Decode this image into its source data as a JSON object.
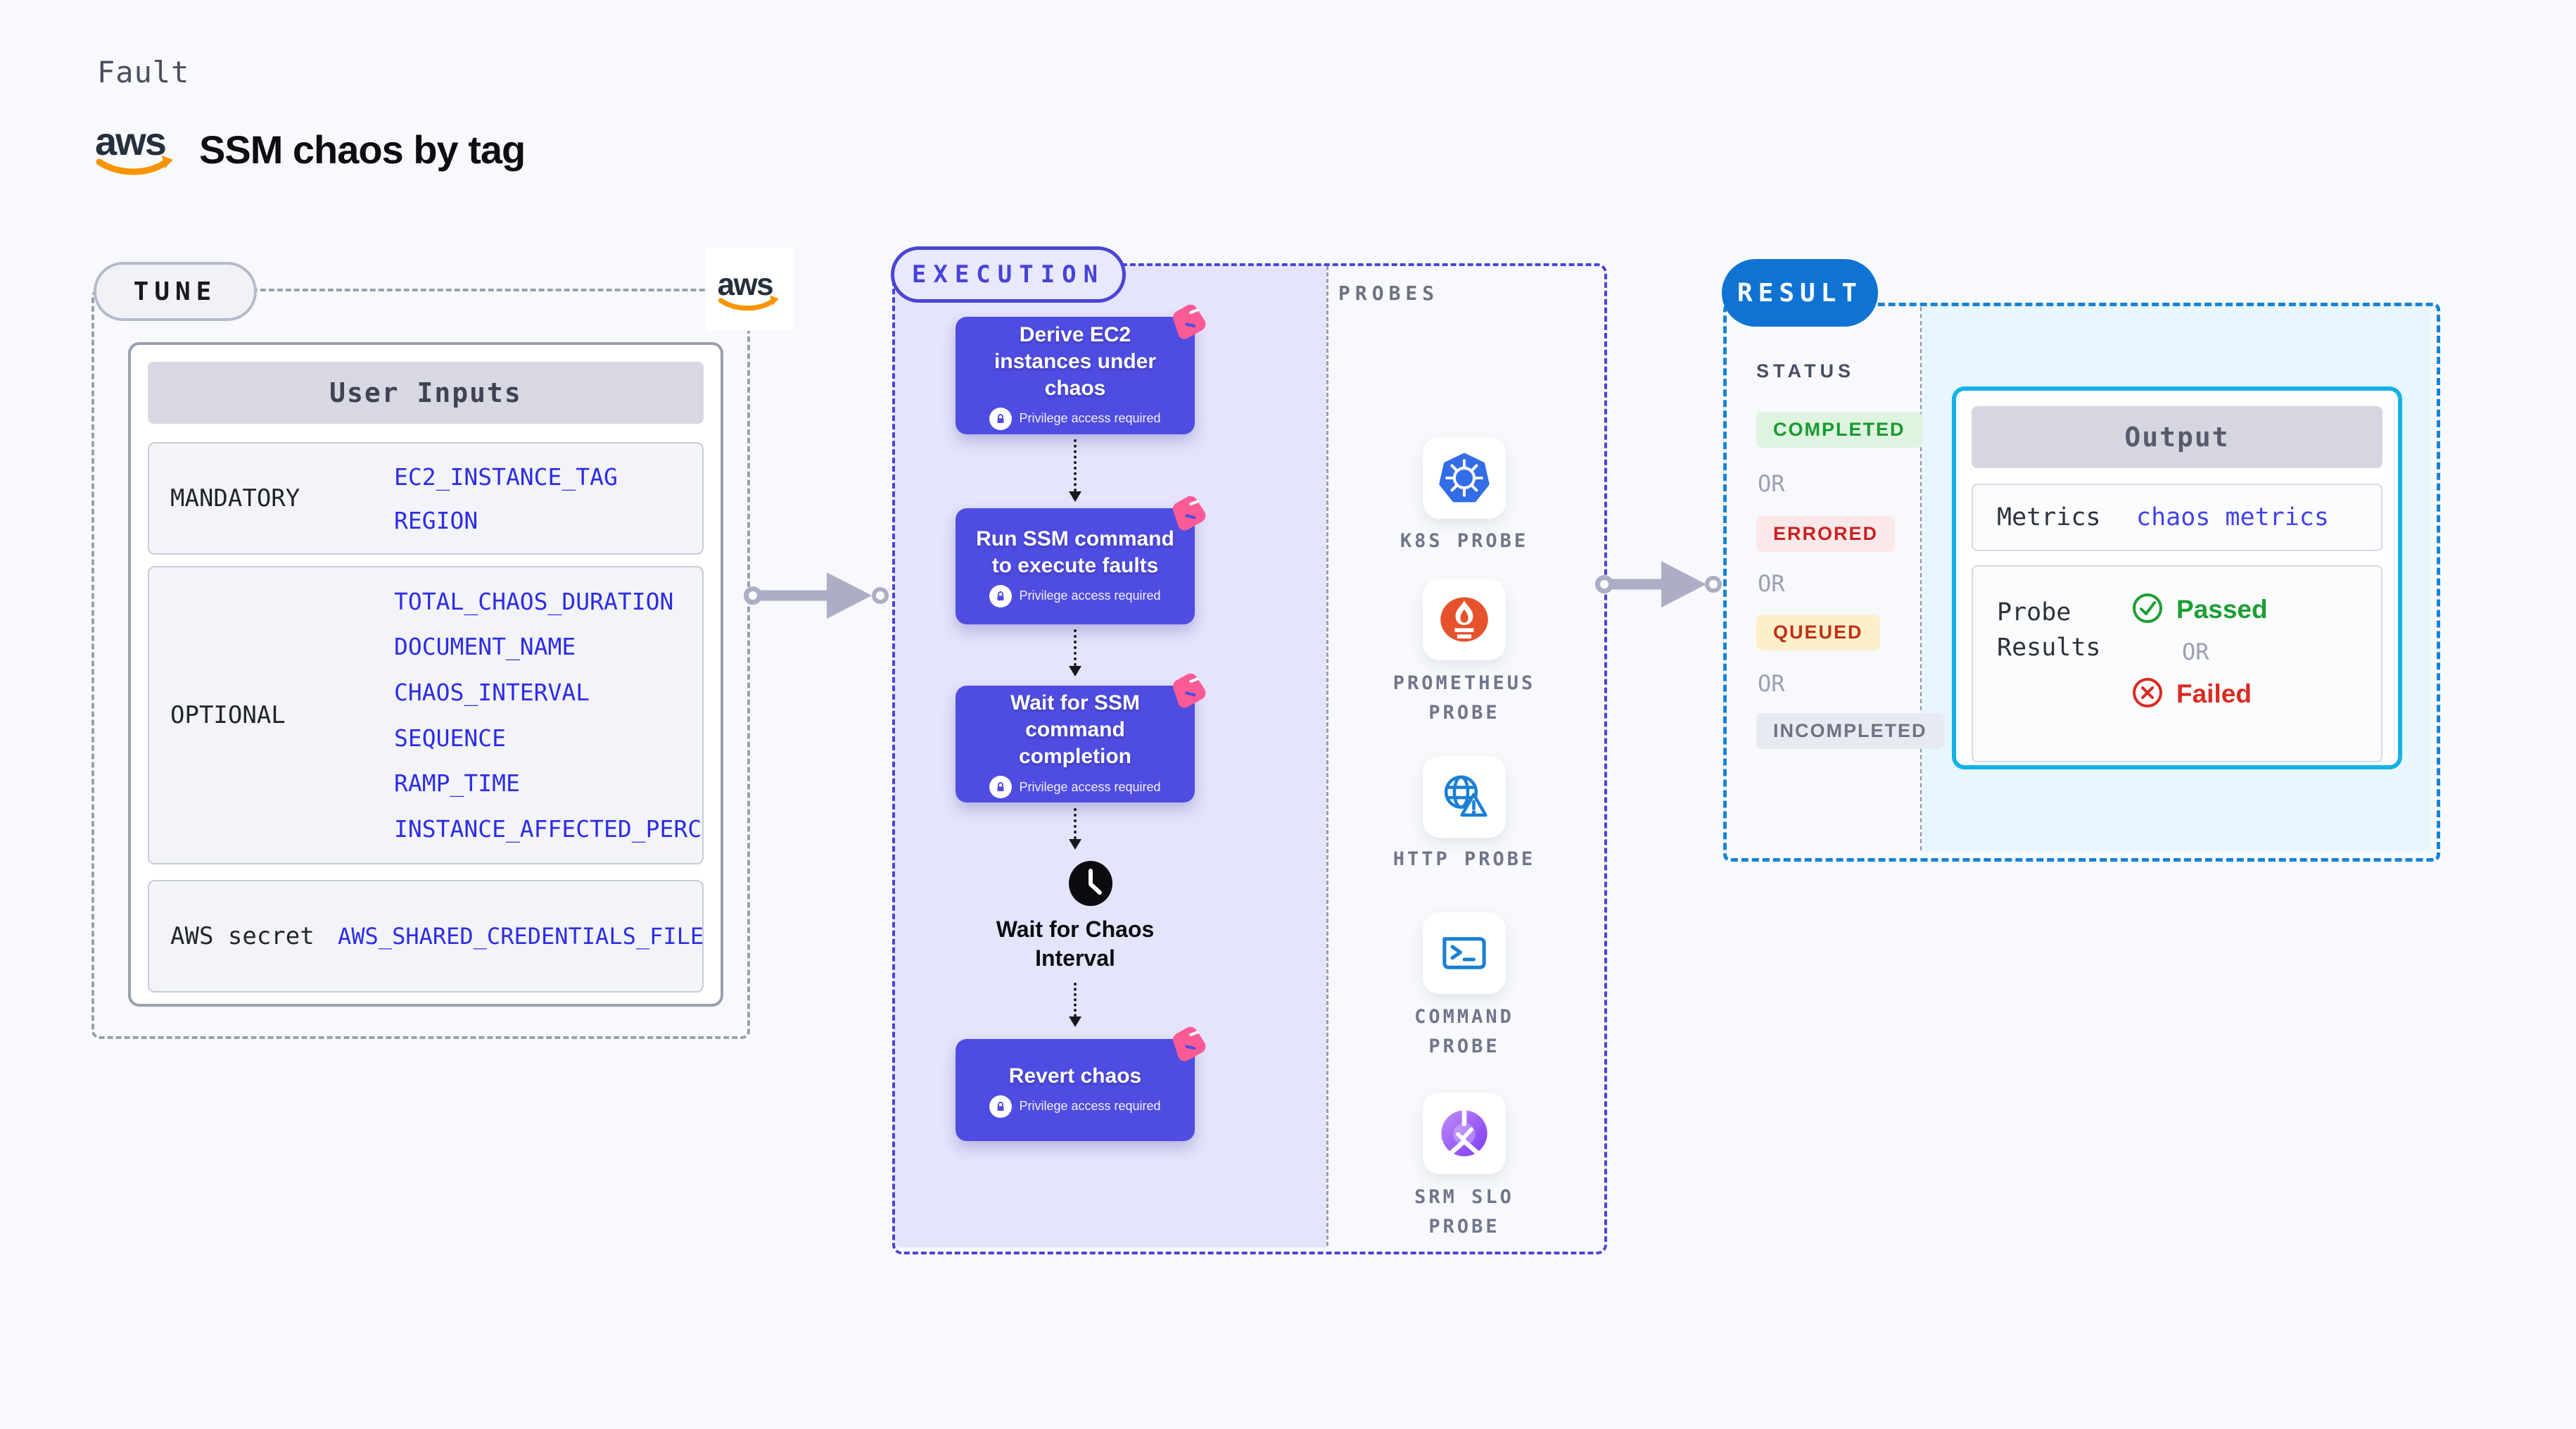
{
  "header": {
    "kicker": "Fault",
    "title": "SSM chaos by tag",
    "logo": "aws-logo"
  },
  "tune": {
    "label": "TUNE",
    "table": {
      "title": "User Inputs",
      "rows": [
        {
          "label": "MANDATORY",
          "values": [
            "EC2_INSTANCE_TAG",
            "REGION"
          ]
        },
        {
          "label": "OPTIONAL",
          "values": [
            "TOTAL_CHAOS_DURATION",
            "DOCUMENT_NAME",
            "CHAOS_INTERVAL",
            "SEQUENCE",
            "RAMP_TIME",
            "INSTANCE_AFFECTED_PERC"
          ]
        },
        {
          "label": "AWS secret",
          "values": [
            "AWS_SHARED_CREDENTIALS_FILE"
          ]
        }
      ]
    }
  },
  "execution": {
    "label": "EXECUTION",
    "privilege_badge": "Privilege access required",
    "steps": [
      {
        "title": "Derive EC2 instances under chaos"
      },
      {
        "title": "Run SSM command to execute faults"
      },
      {
        "title": "Wait for SSM command completion"
      },
      {
        "title": "Revert chaos"
      }
    ],
    "wait_step": {
      "line1": "Wait for Chaos",
      "line2": "Interval",
      "icon": "clock-icon"
    }
  },
  "probes": {
    "label": "PROBES",
    "items": [
      {
        "name": "K8S PROBE",
        "icon": "kubernetes-icon"
      },
      {
        "name": "PROMETHEUS PROBE",
        "icon": "prometheus-icon"
      },
      {
        "name": "HTTP PROBE",
        "icon": "http-globe-icon"
      },
      {
        "name": "COMMAND PROBE",
        "icon": "terminal-icon"
      },
      {
        "name": "SRM SLO PROBE",
        "icon": "srm-slo-icon"
      }
    ]
  },
  "result": {
    "label": "RESULT",
    "status_label": "STATUS",
    "or": "OR",
    "statuses": [
      {
        "label": "COMPLETED",
        "color": "#179a2e",
        "bg": "#def3e0"
      },
      {
        "label": "ERRORED",
        "color": "#c92222",
        "bg": "#fbe9e9"
      },
      {
        "label": "QUEUED",
        "color": "#bf3015",
        "bg": "#fcf0ca"
      },
      {
        "label": "INCOMPLETED",
        "color": "#6d7382",
        "bg": "#e8eaf1"
      }
    ],
    "output": {
      "title": "Output",
      "metrics_label": "Metrics",
      "metrics_value": "chaos metrics",
      "probe_results_label": "Probe Results",
      "passed": "Passed",
      "or": "OR",
      "failed": "Failed"
    }
  },
  "colors": {
    "page_bg": "#f7f9fc",
    "value_text": "#2d2de4",
    "execution_accent": "#4a45d6",
    "step_box": "#4f4ce1",
    "chaos_logo_pink": "#fa5b96",
    "result_accent": "#0e73d2",
    "result_dash": "#1583d8",
    "output_border": "#13b2e9",
    "passed_green": "#1d9e33",
    "failed_red": "#d92b21",
    "kubernetes_blue": "#326de6",
    "prometheus_orange": "#e6522c",
    "aws_orange": "#f79400",
    "aws_navy": "#252f3e"
  }
}
